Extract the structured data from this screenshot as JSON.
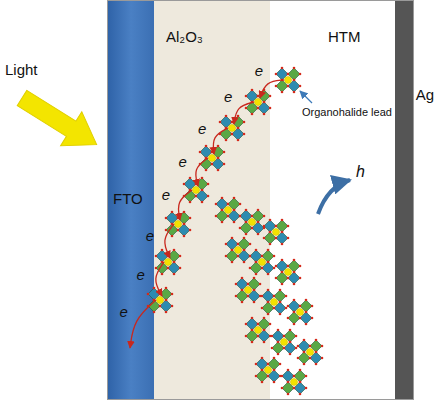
{
  "diagram": {
    "nodes": [
      {
        "text": [
          "FTO"
        ]
      },
      {
        "text": [
          "Al₂O₃"
        ]
      },
      {
        "text": [
          "HTM"
        ]
      },
      {
        "text": [
          "Ag"
        ]
      }
    ],
    "labels": [
      "Light",
      "Organohalide lead",
      "e",
      "e",
      "e",
      "e",
      "e",
      "e",
      "e",
      "e",
      "h"
    ]
  }
}
